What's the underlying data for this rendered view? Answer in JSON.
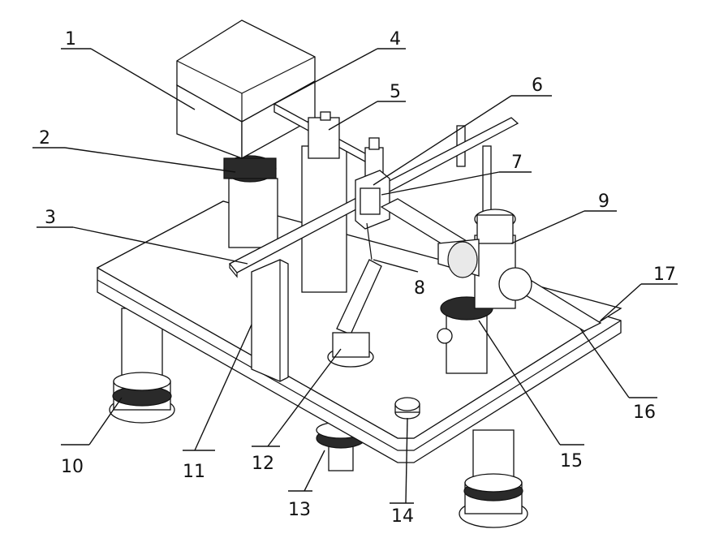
{
  "labels": [
    {
      "id": "label-1",
      "text": "1"
    },
    {
      "id": "label-2",
      "text": "2"
    },
    {
      "id": "label-3",
      "text": "3"
    },
    {
      "id": "label-4",
      "text": "4"
    },
    {
      "id": "label-5",
      "text": "5"
    },
    {
      "id": "label-6",
      "text": "6"
    },
    {
      "id": "label-7",
      "text": "7"
    },
    {
      "id": "label-8",
      "text": "8"
    },
    {
      "id": "label-9",
      "text": "9"
    },
    {
      "id": "label-10",
      "text": "10"
    },
    {
      "id": "label-11",
      "text": "11"
    },
    {
      "id": "label-12",
      "text": "12"
    },
    {
      "id": "label-13",
      "text": "13"
    },
    {
      "id": "label-14",
      "text": "14"
    },
    {
      "id": "label-15",
      "text": "15"
    },
    {
      "id": "label-16",
      "text": "16"
    },
    {
      "id": "label-17",
      "text": "17"
    }
  ]
}
